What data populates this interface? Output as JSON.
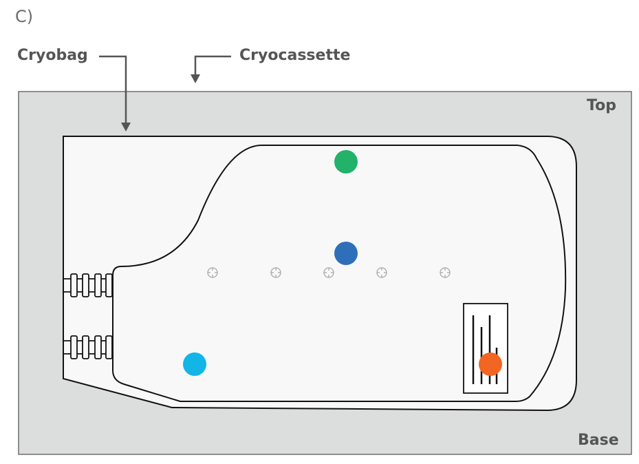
{
  "panel_label": "C)",
  "callouts": {
    "cryobag": "Cryobag",
    "cryocassette": "Cryocassette"
  },
  "positions": {
    "top": "Top",
    "base": "Base"
  },
  "colors": {
    "cassette_fill": "#dcdddd",
    "cassette_border": "#6e6e6e",
    "bag_fill": "#f8f8f8",
    "outline": "#111111",
    "arrow": "#555555",
    "sensor_green": "#22b26a",
    "sensor_blue": "#2f6fba",
    "sensor_cyan": "#12b5e6",
    "sensor_orange": "#f26522",
    "marker_grey": "#a8a8a8"
  }
}
